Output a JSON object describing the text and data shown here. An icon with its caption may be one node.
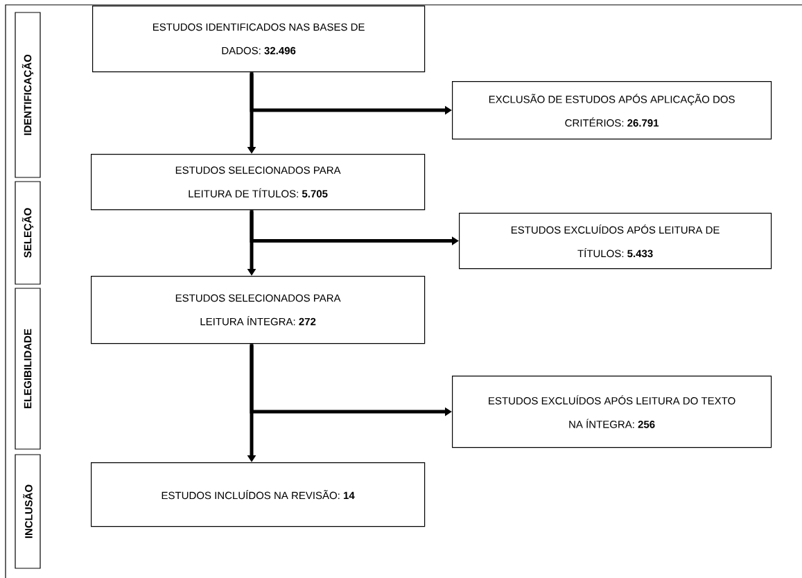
{
  "diagram": {
    "nodes": [
      {
        "text": [
          "IDENTIFICAÇÃO"
        ]
      },
      {
        "text": [
          "ESTUDOS IDENTIFICADOS NAS BASES DE DADOS: **32.496**"
        ]
      },
      {
        "text": [
          "EXCLUSÃO DE ESTUDOS APÓS APLICAÇÃO DOS CRITÉRIOS: **26.791**"
        ]
      },
      {
        "text": [
          "SELEÇÃO"
        ]
      },
      {
        "text": [
          "ESTUDOS SELECIONADOS PARA LEITURA DE TÍTULOS: **5.705**"
        ]
      },
      {
        "text": [
          "ESTUDOS EXCLUÍDOS APÓS LEITURA DE TÍTULOS: **5.433**"
        ]
      },
      {
        "text": [
          "ELEGIBILIDADE"
        ]
      },
      {
        "text": [
          "ESTUDOS SELECIONADOS PARA LEITURA ÍNTEGRA: **272**"
        ]
      },
      {
        "text": [
          "ESTUDOS EXCLUÍDOS APÓS LEITURA DO TEXTO NA ÍNTEGRA: **256**"
        ]
      },
      {
        "text": [
          "INCLUSÃO"
        ]
      },
      {
        "text": [
          "ESTUDOS INCLUÍDOS NA REVISÃO: **14**"
        ]
      }
    ],
    "edges": [
      {
        "from": 1,
        "to": 4,
        "arrow": "to"
      },
      {
        "from": 1,
        "to": 2,
        "arrow": "to"
      },
      {
        "from": 4,
        "to": 7,
        "arrow": "to"
      },
      {
        "from": 4,
        "to": 5,
        "arrow": "to"
      },
      {
        "from": 7,
        "to": 10,
        "arrow": "to"
      },
      {
        "from": 7,
        "to": 8,
        "arrow": "to"
      }
    ]
  }
}
